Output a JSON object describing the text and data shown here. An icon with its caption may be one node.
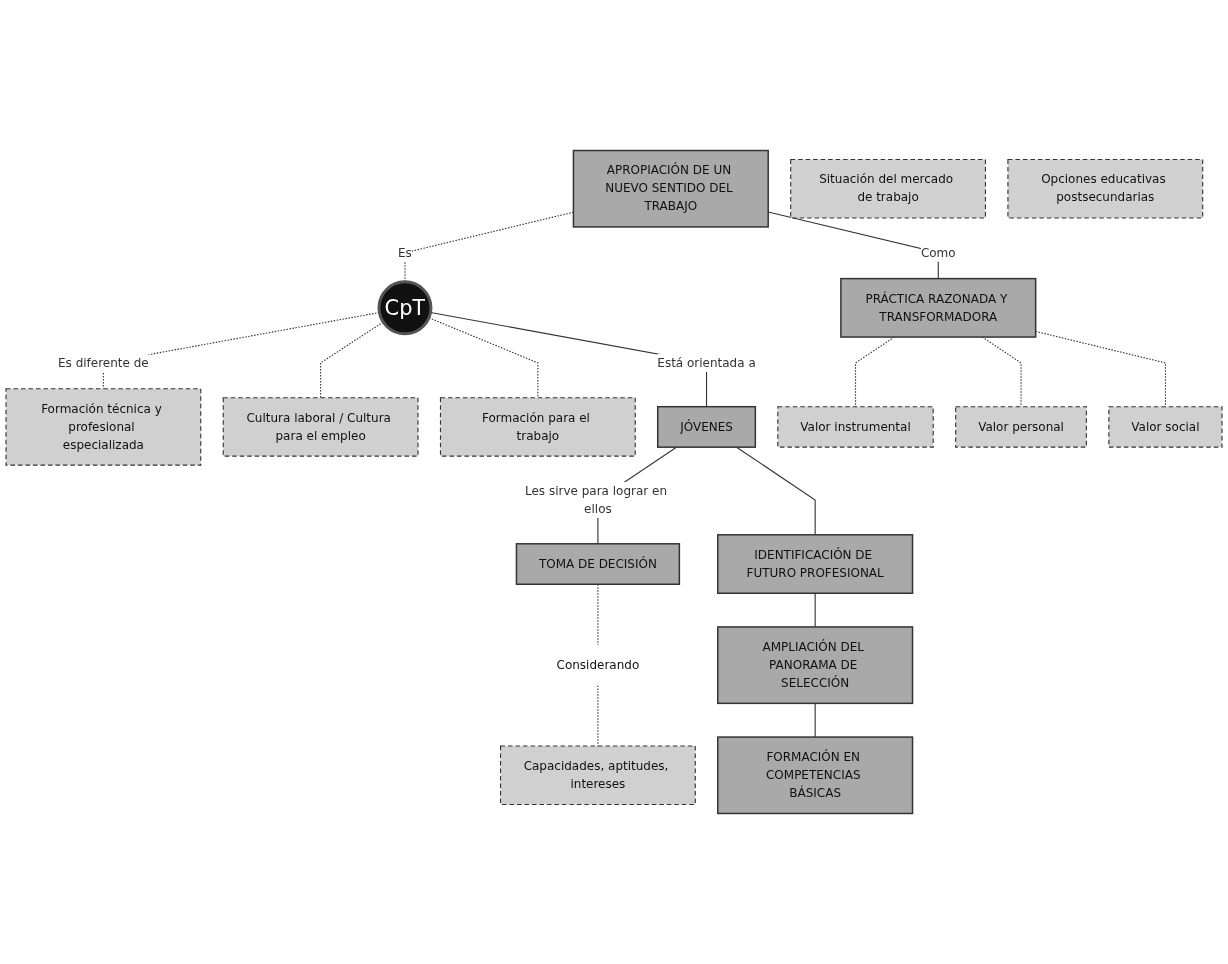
{
  "diagram": {
    "nodes": [
      {
        "text": [
          "APROPIACIÓN DE UN NUEVO SENTIDO DEL TRABAJO"
        ]
      },
      {
        "text": [
          "CpT"
        ]
      },
      {
        "text": [
          "Formación técnica y profesional especializada"
        ]
      },
      {
        "text": [
          "PRÁCTICA RAZONADA Y TRANSFORMADORA"
        ]
      },
      {
        "text": [
          "JÓVENES"
        ]
      },
      {
        "text": [
          "Cultura laboral / Cultura para el empleo"
        ]
      },
      {
        "text": [
          "Valor instrumental"
        ]
      },
      {
        "text": [
          "Formación para el trabajo"
        ]
      },
      {
        "text": [
          "Valor personal"
        ]
      },
      {
        "text": [
          "Valor social"
        ]
      },
      {
        "text": [
          "IDENTIFICACIÓN DE FUTURO PROFESIONAL"
        ]
      },
      {
        "text": [
          "AMPLIACIÓN DEL PANORAMA DE SELECCIÓN"
        ]
      },
      {
        "text": [
          "Considerando"
        ]
      },
      {
        "text": [
          "TOMA DE DECISIÓN"
        ]
      },
      {
        "text": [
          "FORMACIÓN EN COMPETENCIAS BÁSICAS"
        ]
      },
      {
        "text": [
          "Capacidades, aptitudes, intereses"
        ]
      },
      {
        "text": [
          "Situación del mercado de trabajo"
        ]
      },
      {
        "text": [
          "Opciones educativas postsecundarias"
        ]
      }
    ],
    "edges": [
      {
        "from": 0,
        "to": 1,
        "arrow": "none",
        "label": "Es",
        "style": "dashed"
      },
      {
        "from": 1,
        "to": 2,
        "arrow": "none",
        "label": "Es diferente de",
        "style": "dashed"
      },
      {
        "from": 1,
        "to": 5,
        "arrow": "none",
        "style": "dashed"
      },
      {
        "from": 1,
        "to": 7,
        "arrow": "none",
        "style": "dashed"
      },
      {
        "from": 0,
        "to": 3,
        "arrow": "none",
        "label": "Como"
      },
      {
        "from": 1,
        "to": 4,
        "arrow": "none",
        "label": "Está orientada a"
      },
      {
        "from": 3,
        "to": 6,
        "arrow": "none",
        "style": "dashed"
      },
      {
        "from": 3,
        "to": 8,
        "arrow": "none",
        "style": "dashed"
      },
      {
        "from": 3,
        "to": 9,
        "arrow": "none",
        "style": "dashed"
      },
      {
        "from": 4,
        "to": 13,
        "arrow": "none",
        "label": "Les sirve para lograr en ellos"
      },
      {
        "from": 4,
        "to": 10,
        "arrow": "none"
      },
      {
        "from": 10,
        "to": 11,
        "arrow": "none"
      },
      {
        "from": 11,
        "to": 14,
        "arrow": "none"
      },
      {
        "from": 13,
        "to": 12,
        "arrow": "none",
        "style": "dashed"
      },
      {
        "from": 12,
        "to": 15,
        "arrow": "none",
        "style": "dashed"
      }
    ]
  }
}
